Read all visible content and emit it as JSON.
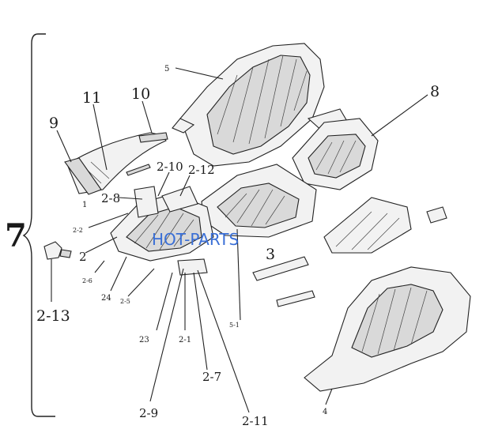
{
  "labels": {
    "group": "7",
    "part_5": "5",
    "part_8": "8",
    "part_11": "11",
    "part_10": "10",
    "part_9": "9",
    "part_2_10": "2-10",
    "part_2_12": "2-12",
    "part_2_8": "2-8",
    "part_1": "1",
    "part_2_2": "2-2",
    "part_2": "2",
    "part_3": "3",
    "part_2_6": "2-6",
    "part_24": "24",
    "part_2_5": "2-5",
    "part_2_13": "2-13",
    "part_23": "23",
    "part_2_1": "2-1",
    "part_5_1": "5-1",
    "part_2_7": "2-7",
    "part_2_9": "2-9",
    "part_2_11": "2-11",
    "part_4": "4"
  },
  "watermark": "HOT-PARTS"
}
